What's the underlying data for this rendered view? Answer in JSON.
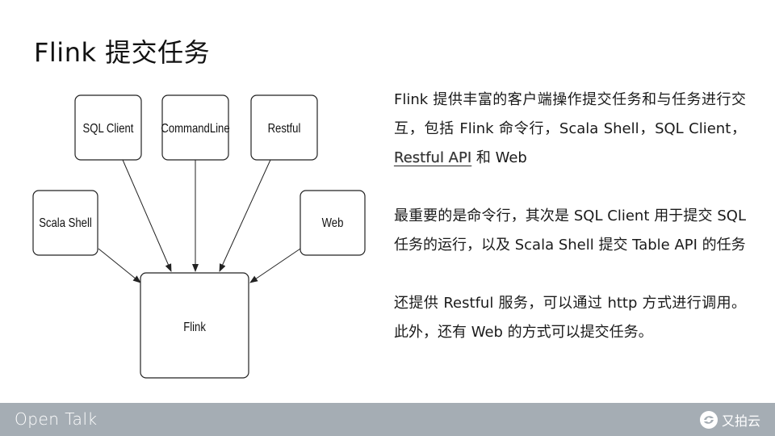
{
  "slide": {
    "title": "Flink 提交任务"
  },
  "diagram": {
    "nodes": {
      "sql_client": "SQL Client",
      "command_line": "CommandLine",
      "restful": "Restful",
      "scala_shell": "Scala Shell",
      "web": "Web",
      "flink": "Flink"
    }
  },
  "text": {
    "p1_before": "Flink 提供丰富的客户端操作提交任务和与任务进行交互，包括 Flink 命令行，Scala Shell，SQL Client，",
    "p1_link": "Restful API",
    "p1_after": " 和 Web",
    "p2": "最重要的是命令行，其次是 SQL Client 用于提交 SQL 任务的运行，以及 Scala Shell 提交 Table API 的任务",
    "p3": "还提供 Restful 服务，可以通过 http 方式进行调用。此外，还有 Web 的方式可以提交任务。"
  },
  "footer": {
    "brand": "Open Talk",
    "logo_text": "又拍云",
    "logo_icon": "upyun-logo-icon"
  }
}
